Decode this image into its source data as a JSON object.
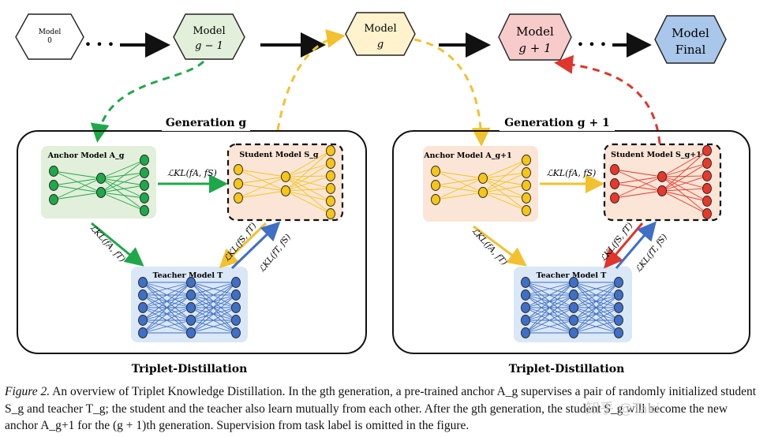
{
  "models": [
    {
      "id": "model-0",
      "line1": "Model",
      "line2": "0",
      "fill": "#ffffff",
      "stroke": "#222222"
    },
    {
      "id": "model-g-minus-1",
      "line1": "Model",
      "line2": "g − 1",
      "fill": "#e2efda",
      "stroke": "#222222"
    },
    {
      "id": "model-g",
      "line1": "Model",
      "line2": "g",
      "fill": "#fff2cc",
      "stroke": "#222222"
    },
    {
      "id": "model-g-plus-1",
      "line1": "Model",
      "line2": "g + 1",
      "fill": "#f8cbcb",
      "stroke": "#222222"
    },
    {
      "id": "model-final",
      "line1": "Model",
      "line2": "Final",
      "fill": "#a9c7ea",
      "stroke": "#222222"
    }
  ],
  "ellipsis": "• • •",
  "generations": [
    {
      "title": "Generation g",
      "footer": "Triplet-Distillation",
      "anchor_label": "Anchor Model A_g",
      "student_label": "Student Model S_g",
      "teacher_label": "Teacher Model T",
      "loss_as": "ℒKL(fA, fS)",
      "loss_at": "ℒKL(fA, fT)",
      "loss_st": "ℒKL(fS, fT)",
      "loss_ts": "ℒKL(fT, fS)",
      "anchor_bg": "#e2efda",
      "anchor_node": "#1fa84a",
      "student_bg": "#fbe5d6",
      "student_node": "#f5c518",
      "teacher_bg": "#dae7f6",
      "teacher_node": "#3f6fc6"
    },
    {
      "title": "Generation g + 1",
      "footer": "Triplet-Distillation",
      "anchor_label": "Anchor Model A_g+1",
      "student_label": "Student Model S_g+1",
      "teacher_label": "Teacher Model T",
      "loss_as": "ℒKL(fA, fS)",
      "loss_at": "ℒKL(fA, fT)",
      "loss_st": "ℒKL(fS, fT)",
      "loss_ts": "ℒKL(fT, fS)",
      "anchor_bg": "#fbe5d6",
      "anchor_node": "#f5c518",
      "student_bg": "#fbe5d6",
      "student_node": "#e8382c",
      "teacher_bg": "#dae7f6",
      "teacher_node": "#3f6fc6"
    }
  ],
  "colors": {
    "green": "#1fa84a",
    "yellow": "#f2c12e",
    "red": "#e0352b",
    "blue": "#3f6fc6"
  },
  "caption": {
    "figure_label": "Figure 2.",
    "text": "An overview of Triplet Knowledge Distillation. In the gth generation, a pre-trained anchor A_g supervises a pair of randomly initialized student S_g and teacher T_g; the student and the teacher also learn mutually from each other. After the gth generation, the student S_g will become the new anchor A_g+1 for the (g + 1)th generation. Supervision from task label is omitted in the figure."
  },
  "watermark": "知乎 @Taki"
}
